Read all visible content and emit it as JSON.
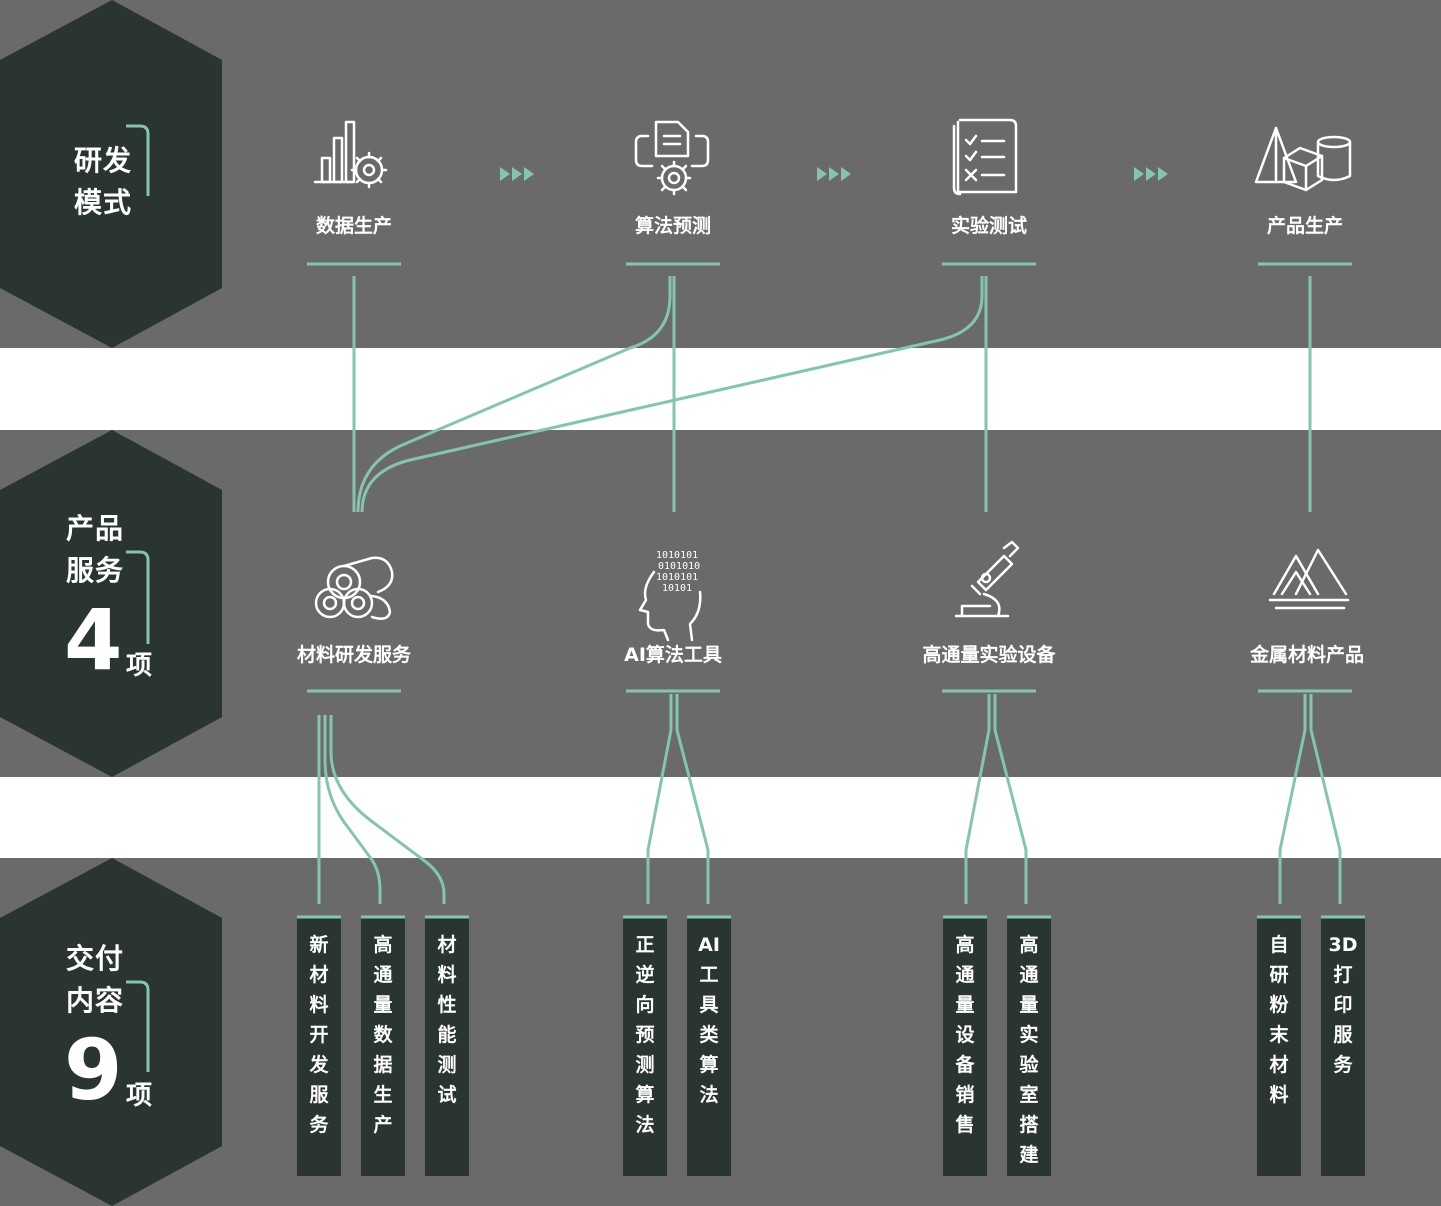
{
  "accent_color": "#86c4b0",
  "hex_color": "#2a3530",
  "band_color": "#6a6a6a",
  "rows": {
    "rd": {
      "label_line1": "研发",
      "label_line2": "模式"
    },
    "products": {
      "label_line1": "产品",
      "label_line2": "服务",
      "count": "4",
      "unit": "项"
    },
    "deliverables": {
      "label_line1": "交付",
      "label_line2": "内容",
      "count": "9",
      "unit": "项"
    }
  },
  "rd_steps": [
    {
      "label": "数据生产",
      "icon": "data-chart-gear-icon"
    },
    {
      "label": "算法预测",
      "icon": "algorithm-gear-icon"
    },
    {
      "label": "实验测试",
      "icon": "checklist-icon"
    },
    {
      "label": "产品生产",
      "icon": "shapes-icon"
    }
  ],
  "flow_arrow": "▸▸▸",
  "products": [
    {
      "label": "材料研发服务",
      "icon": "material-pipes-icon"
    },
    {
      "label": "AI算法工具",
      "icon": "ai-head-binary-icon"
    },
    {
      "label": "高通量实验设备",
      "icon": "microscope-icon"
    },
    {
      "label": "金属材料产品",
      "icon": "metal-mountain-icon"
    }
  ],
  "deliverables": [
    "新材料开发服务",
    "高通量数据生产",
    "材料性能测试",
    "正逆向预测算法",
    "AI工具类算法",
    "高通量设备销售",
    "高通量实验室搭建",
    "自研粉末材料",
    "3D打印服务"
  ]
}
